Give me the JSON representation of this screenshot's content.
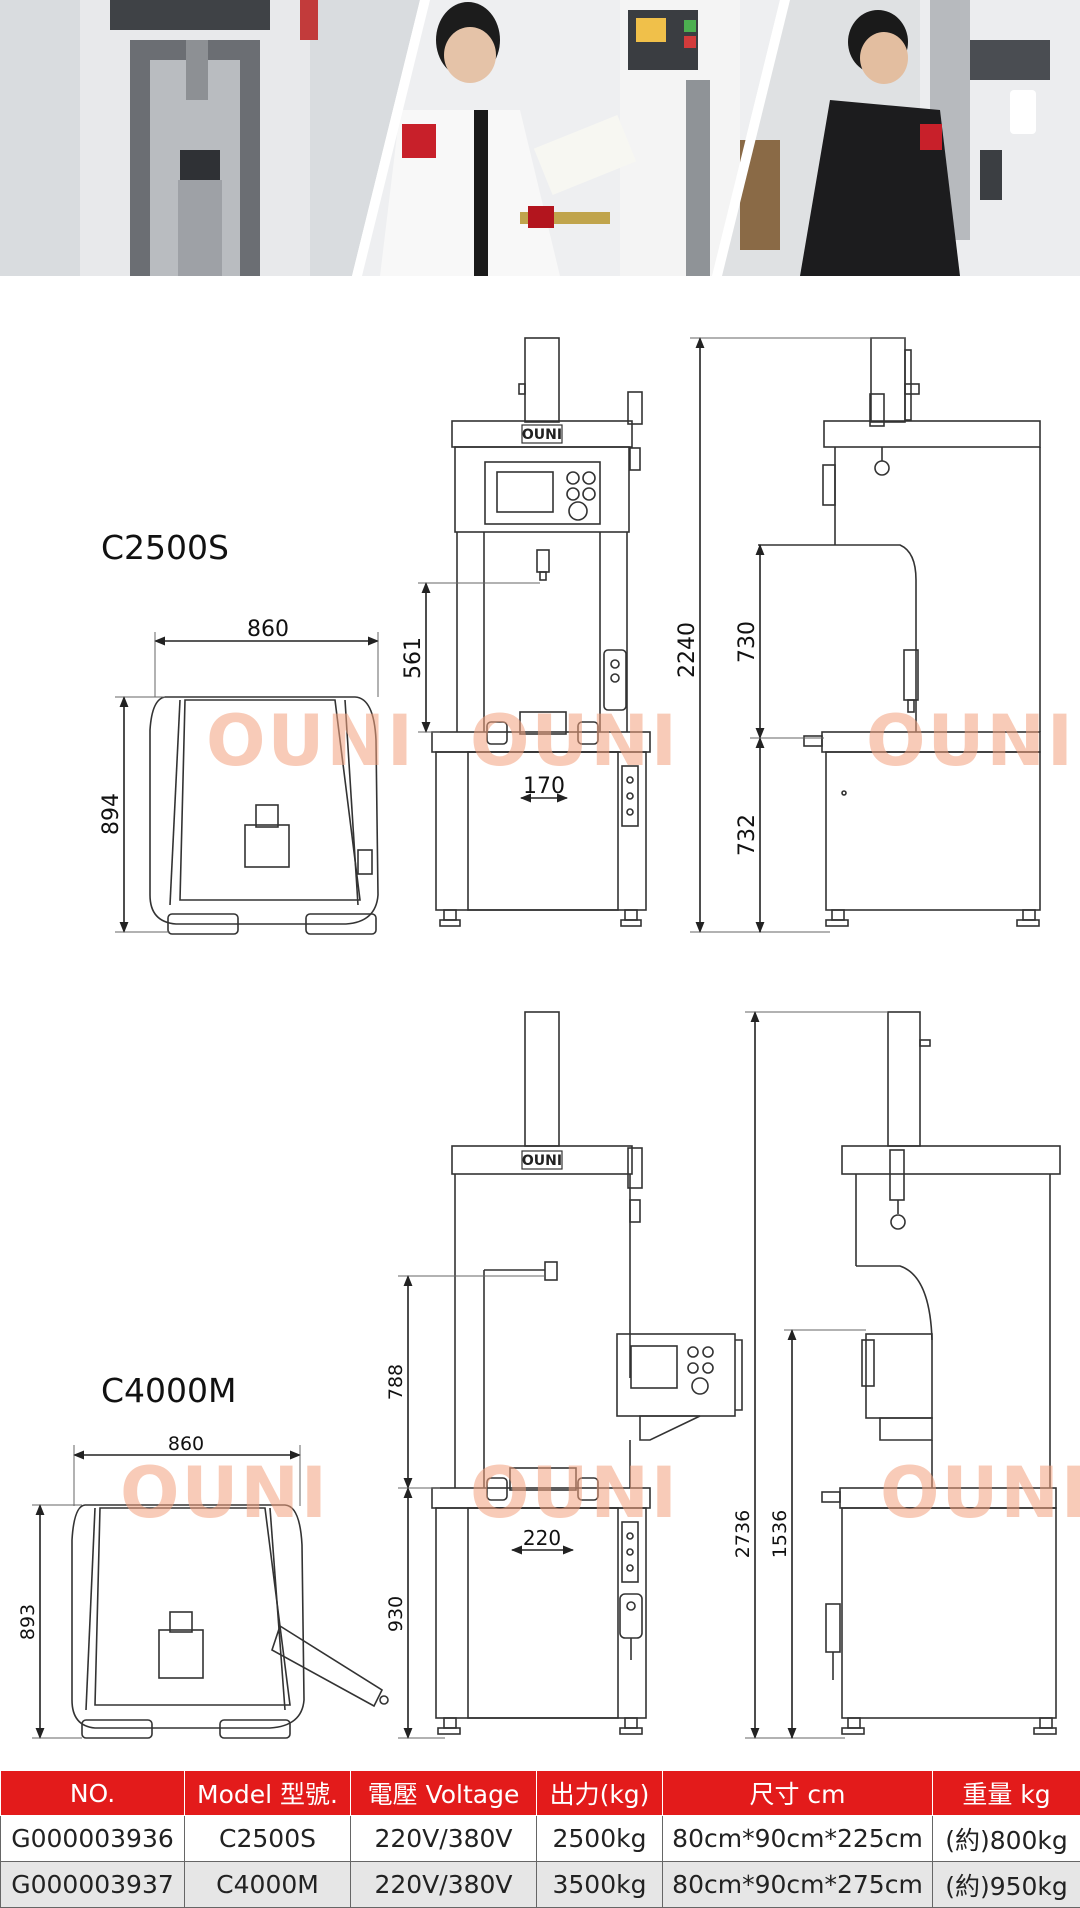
{
  "brand": {
    "logo_text": "OUNI",
    "watermark": "OUNI",
    "accent_color": "#e31b1b",
    "badge_text": "OUNI"
  },
  "photos": [
    {
      "name": "machine-closeup-photo"
    },
    {
      "name": "engineer-inspection-photo"
    },
    {
      "name": "operator-control-photo"
    }
  ],
  "models": [
    {
      "name": "C2500S",
      "dims": {
        "width": "860",
        "depth": "894",
        "stroke": "561",
        "table_opening": "170",
        "total_height": "2240",
        "throat": "730",
        "table_height": "732"
      }
    },
    {
      "name": "C4000M",
      "dims": {
        "width": "860",
        "depth": "893",
        "stroke": "788",
        "table_opening": "220",
        "total_height": "2736",
        "throat": "1536",
        "table_height": "930"
      }
    }
  ],
  "table": {
    "headers": [
      "NO.",
      "Model 型號.",
      "電壓  Voltage",
      "出力(kg)",
      "尺寸  cm",
      "重量  kg"
    ],
    "rows": [
      [
        "G000003936",
        "C2500S",
        "220V/380V",
        "2500kg",
        "80cm*90cm*225cm",
        "(約)800kg"
      ],
      [
        "G000003937",
        "C4000M",
        "220V/380V",
        "3500kg",
        "80cm*90cm*275cm",
        "(約)950kg"
      ]
    ]
  }
}
